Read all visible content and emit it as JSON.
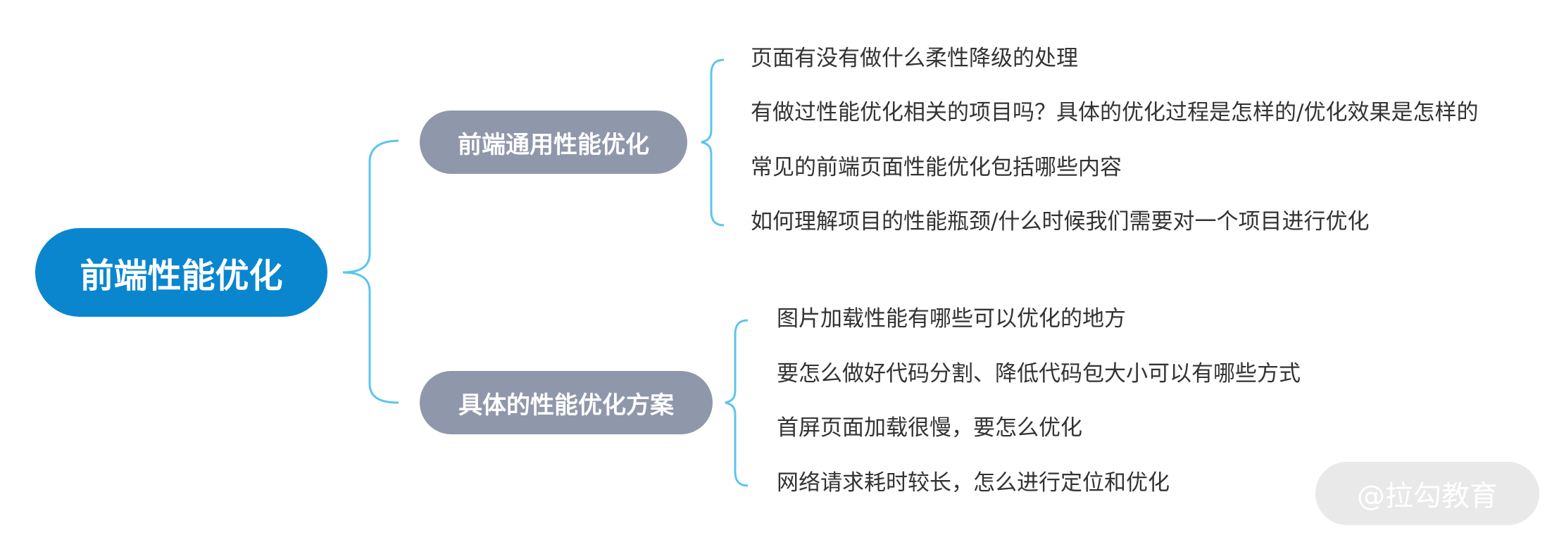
{
  "root": {
    "label": "前端性能优化"
  },
  "branches": [
    {
      "label": "前端通用性能优化",
      "items": [
        "页面有没有做什么柔性降级的处理",
        "有做过性能优化相关的项目吗？具体的优化过程是怎样的/优化效果是怎样的",
        "常见的前端页面性能优化包括哪些内容",
        "如何理解项目的性能瓶颈/什么时候我们需要对一个项目进行优化"
      ]
    },
    {
      "label": "具体的性能优化方案",
      "items": [
        "图片加载性能有哪些可以优化的地方",
        "要怎么做好代码分割、降低代码包大小可以有哪些方式",
        "首屏页面加载很慢，要怎么优化",
        "网络请求耗时较长，怎么进行定位和优化"
      ]
    }
  ],
  "watermark": "@拉勾教育",
  "colors": {
    "root": "#0a86cf",
    "branch": "#8f98aa",
    "connector": "#5cc4ee",
    "text": "#333333"
  }
}
